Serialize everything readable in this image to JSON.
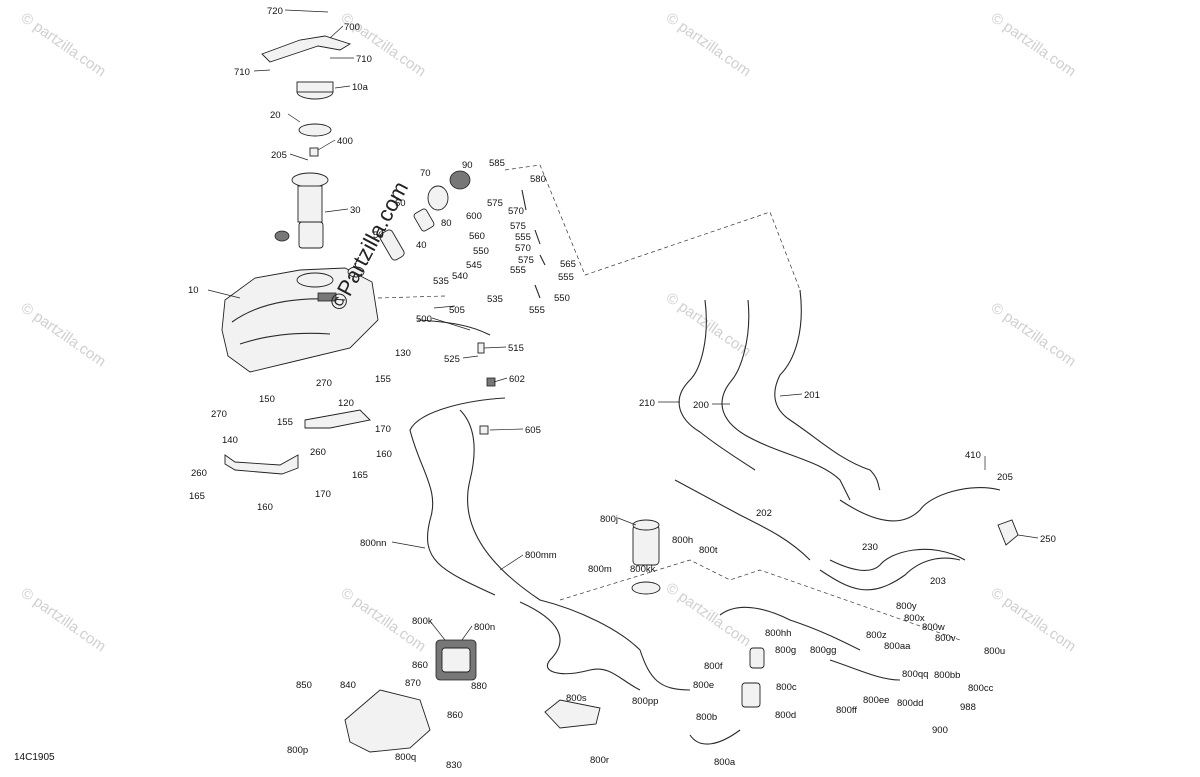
{
  "diagram_code": "14C1905",
  "watermark_text": "© partzilla.com",
  "center_watermark": "©Partzilla.com",
  "part_labels": [
    {
      "id": "p720",
      "text": "720"
    },
    {
      "id": "p700",
      "text": "700"
    },
    {
      "id": "p710a",
      "text": "710"
    },
    {
      "id": "p710b",
      "text": "710"
    },
    {
      "id": "p10a",
      "text": "10a"
    },
    {
      "id": "p20",
      "text": "20"
    },
    {
      "id": "p400",
      "text": "400"
    },
    {
      "id": "p205a",
      "text": "205"
    },
    {
      "id": "p30",
      "text": "30"
    },
    {
      "id": "p70",
      "text": "70"
    },
    {
      "id": "p90",
      "text": "90"
    },
    {
      "id": "p585",
      "text": "585"
    },
    {
      "id": "p580",
      "text": "580"
    },
    {
      "id": "p575a",
      "text": "575"
    },
    {
      "id": "p570a",
      "text": "570"
    },
    {
      "id": "p600",
      "text": "600"
    },
    {
      "id": "p575b",
      "text": "575"
    },
    {
      "id": "p50a",
      "text": "50"
    },
    {
      "id": "p80",
      "text": "80"
    },
    {
      "id": "p560",
      "text": "560"
    },
    {
      "id": "p555a",
      "text": "555"
    },
    {
      "id": "p50b",
      "text": "50"
    },
    {
      "id": "p40",
      "text": "40"
    },
    {
      "id": "p550a",
      "text": "550"
    },
    {
      "id": "p570b",
      "text": "570"
    },
    {
      "id": "p575c",
      "text": "575"
    },
    {
      "id": "p565",
      "text": "565"
    },
    {
      "id": "p545",
      "text": "545"
    },
    {
      "id": "p555b",
      "text": "555"
    },
    {
      "id": "p555c",
      "text": "555"
    },
    {
      "id": "p540",
      "text": "540"
    },
    {
      "id": "p535a",
      "text": "535"
    },
    {
      "id": "p535b",
      "text": "535"
    },
    {
      "id": "p550b",
      "text": "550"
    },
    {
      "id": "p555d",
      "text": "555"
    },
    {
      "id": "p10",
      "text": "10"
    },
    {
      "id": "p505",
      "text": "505"
    },
    {
      "id": "p500",
      "text": "500"
    },
    {
      "id": "p515",
      "text": "515"
    },
    {
      "id": "p525",
      "text": "525"
    },
    {
      "id": "p130",
      "text": "130"
    },
    {
      "id": "p602",
      "text": "602"
    },
    {
      "id": "p155a",
      "text": "155"
    },
    {
      "id": "p270a",
      "text": "270"
    },
    {
      "id": "p150",
      "text": "150"
    },
    {
      "id": "p120",
      "text": "120"
    },
    {
      "id": "p270b",
      "text": "270"
    },
    {
      "id": "p155b",
      "text": "155"
    },
    {
      "id": "p170a",
      "text": "170"
    },
    {
      "id": "p140",
      "text": "140"
    },
    {
      "id": "p260a",
      "text": "260"
    },
    {
      "id": "p160a",
      "text": "160"
    },
    {
      "id": "p260b",
      "text": "260"
    },
    {
      "id": "p165a",
      "text": "165"
    },
    {
      "id": "p165b",
      "text": "165"
    },
    {
      "id": "p170b",
      "text": "170"
    },
    {
      "id": "p160b",
      "text": "160"
    },
    {
      "id": "p605",
      "text": "605"
    },
    {
      "id": "p210",
      "text": "210"
    },
    {
      "id": "p200",
      "text": "200"
    },
    {
      "id": "p201",
      "text": "201"
    },
    {
      "id": "p410",
      "text": "410"
    },
    {
      "id": "p205b",
      "text": "205"
    },
    {
      "id": "p250",
      "text": "250"
    },
    {
      "id": "p202",
      "text": "202"
    },
    {
      "id": "p230",
      "text": "230"
    },
    {
      "id": "p203",
      "text": "203"
    },
    {
      "id": "p800nn",
      "text": "800nn"
    },
    {
      "id": "p800mm",
      "text": "800mm"
    },
    {
      "id": "p800j",
      "text": "800j"
    },
    {
      "id": "p800h",
      "text": "800h"
    },
    {
      "id": "p800t",
      "text": "800t"
    },
    {
      "id": "p800kk",
      "text": "800kk"
    },
    {
      "id": "p800m",
      "text": "800m"
    },
    {
      "id": "p800k",
      "text": "800k"
    },
    {
      "id": "p800n",
      "text": "800n"
    },
    {
      "id": "p860a",
      "text": "860"
    },
    {
      "id": "p870",
      "text": "870"
    },
    {
      "id": "p880",
      "text": "880"
    },
    {
      "id": "p860b",
      "text": "860"
    },
    {
      "id": "p850",
      "text": "850"
    },
    {
      "id": "p840",
      "text": "840"
    },
    {
      "id": "p800p",
      "text": "800p"
    },
    {
      "id": "p800q",
      "text": "800q"
    },
    {
      "id": "p830",
      "text": "830"
    },
    {
      "id": "p800s",
      "text": "800s"
    },
    {
      "id": "p800r",
      "text": "800r"
    },
    {
      "id": "p800pp",
      "text": "800pp"
    },
    {
      "id": "p800hh",
      "text": "800hh"
    },
    {
      "id": "p800g",
      "text": "800g"
    },
    {
      "id": "p800gg",
      "text": "800gg"
    },
    {
      "id": "p800f",
      "text": "800f"
    },
    {
      "id": "p800e",
      "text": "800e"
    },
    {
      "id": "p800c",
      "text": "800c"
    },
    {
      "id": "p800b",
      "text": "800b"
    },
    {
      "id": "p800d",
      "text": "800d"
    },
    {
      "id": "p800a",
      "text": "800a"
    },
    {
      "id": "p800ff",
      "text": "800ff"
    },
    {
      "id": "p800ee",
      "text": "800ee"
    },
    {
      "id": "p800dd",
      "text": "800dd"
    },
    {
      "id": "p800y",
      "text": "800y"
    },
    {
      "id": "p800x",
      "text": "800x"
    },
    {
      "id": "p800z",
      "text": "800z"
    },
    {
      "id": "p800w",
      "text": "800w"
    },
    {
      "id": "p800aa",
      "text": "800aa"
    },
    {
      "id": "p800v",
      "text": "800v"
    },
    {
      "id": "p800qq",
      "text": "800qq"
    },
    {
      "id": "p800bb",
      "text": "800bb"
    },
    {
      "id": "p800u",
      "text": "800u"
    },
    {
      "id": "p800cc",
      "text": "800cc"
    },
    {
      "id": "p988",
      "text": "988"
    },
    {
      "id": "p900",
      "text": "900"
    }
  ]
}
